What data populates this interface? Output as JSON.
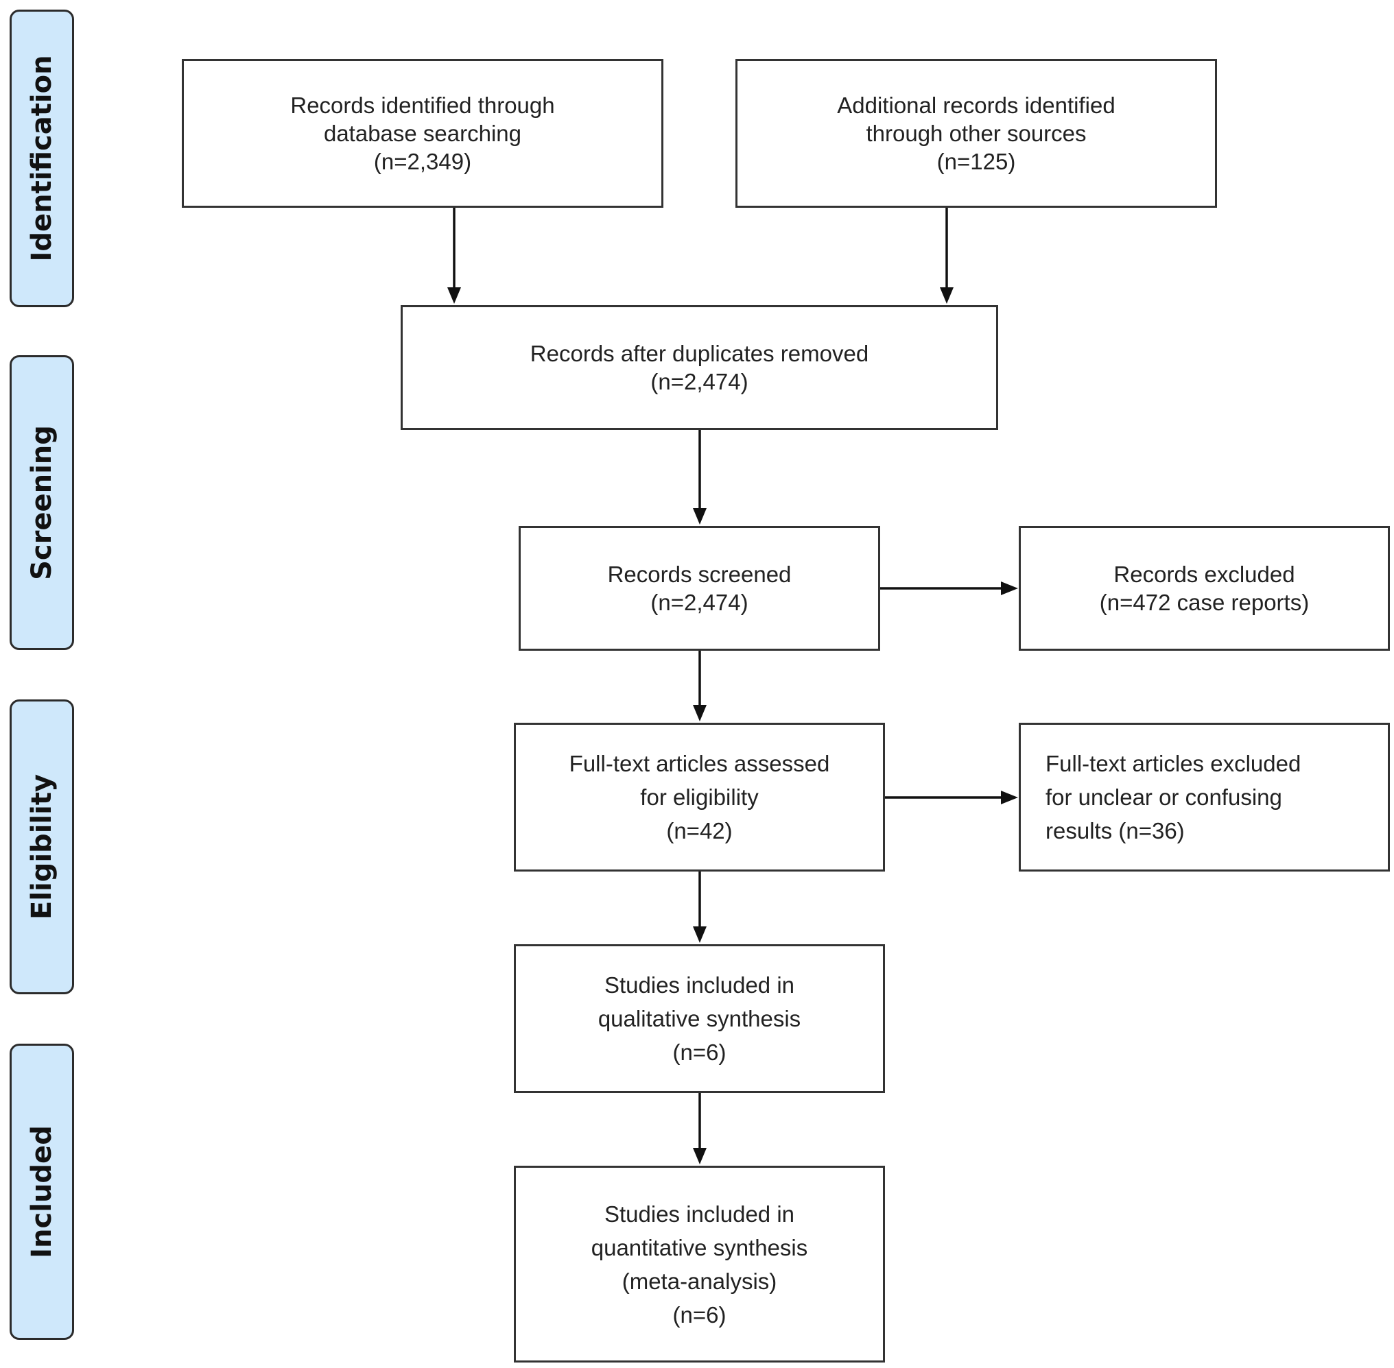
{
  "stages": {
    "identification": "Identification",
    "screening": "Screening",
    "eligibility": "Eligibility",
    "included": "Included"
  },
  "boxes": {
    "database_search": [
      "Records identified through",
      "database searching",
      "(n=2,349)"
    ],
    "other_sources": [
      "Additional records identified",
      "through other sources",
      "(n=125)"
    ],
    "duplicates_removed": [
      "Records after duplicates removed",
      "(n=2,474)"
    ],
    "records_screened": [
      "Records screened",
      "(n=2,474)"
    ],
    "records_excluded": [
      "Records excluded",
      "(n=472 case reports)"
    ],
    "fulltext_assessed": [
      "Full-text articles assessed",
      "for eligibility",
      "(n=42)"
    ],
    "fulltext_excluded": [
      "Full-text articles excluded",
      "for unclear or confusing",
      "results (n=36)"
    ],
    "qualitative": [
      "Studies included in",
      "qualitative synthesis",
      "(n=6)"
    ],
    "quantitative": [
      "Studies included in",
      "quantitative synthesis",
      "(meta-analysis)",
      "(n=6)"
    ]
  },
  "colors": {
    "stage_fill": "#cfe8fb",
    "border": "#333333",
    "text": "#222222"
  }
}
